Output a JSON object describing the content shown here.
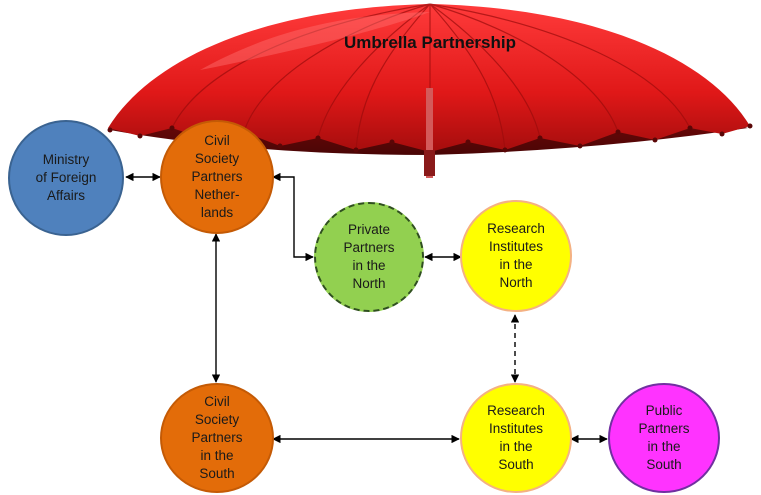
{
  "title": "Umbrella Partnership",
  "nodes": {
    "ministry": {
      "label": "Ministry\nof Foreign\nAffairs",
      "color": "#4f81bd",
      "border": "#3a6391"
    },
    "civil_nl": {
      "label": "Civil\nSociety\nPartners\nNether-\nlands",
      "color": "#e36c09",
      "border": "#c45a05"
    },
    "private_north": {
      "label": "Private\nPartners\nin the\nNorth",
      "color": "#92d050",
      "border": "#2f4f1f",
      "border_style": "dashed"
    },
    "research_north": {
      "label": "Research\nInstitutes\nin the\nNorth",
      "color": "#ffff00",
      "border": "#f4b183"
    },
    "civil_south": {
      "label": "Civil\nSociety\nPartners\nin the\nSouth",
      "color": "#e36c09",
      "border": "#c45a05"
    },
    "research_south": {
      "label": "Research\nInstitutes\nin the\nSouth",
      "color": "#ffff00",
      "border": "#f4b183"
    },
    "public_south": {
      "label": "Public\nPartners\nin the\nSouth",
      "color": "#ff33ff",
      "border": "#7030a0"
    }
  },
  "colors": {
    "umbrella_main": "#e02020",
    "umbrella_dark": "#7a0a0a",
    "arrow": "#000000"
  }
}
